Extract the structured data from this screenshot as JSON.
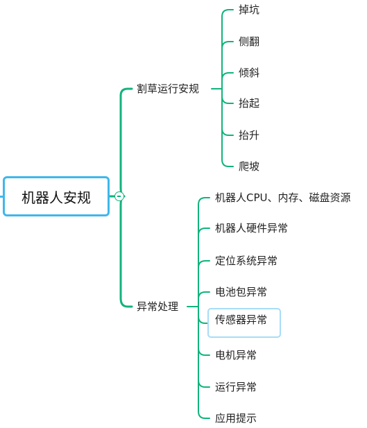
{
  "colors": {
    "line": "#11b37b",
    "root_border": "#3fb7ec",
    "selected_border": "#a7dcf7",
    "text": "#1f1f1f"
  },
  "mindmap": {
    "root": "机器人安规",
    "branches": [
      {
        "label": "割草运行安规",
        "children": [
          "掉坑",
          "侧翻",
          "倾斜",
          "抬起",
          "抬升",
          "爬坡"
        ]
      },
      {
        "label": "异常处理",
        "children": [
          "机器人CPU、内存、磁盘资源",
          "机器人硬件异常",
          "定位系统异常",
          "电池包异常",
          "传感器异常",
          "电机异常",
          "运行异常",
          "应用提示"
        ]
      }
    ]
  }
}
